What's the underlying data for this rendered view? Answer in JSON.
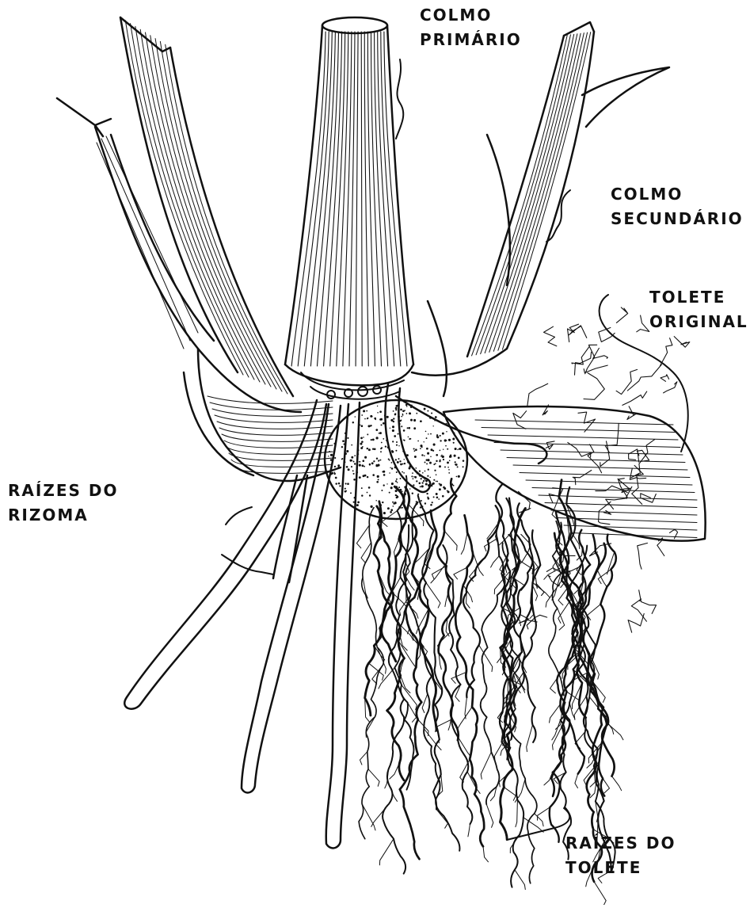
{
  "labels": {
    "colmo_primario": [
      "COLMO",
      "PRIMÁRIO"
    ],
    "colmo_secundario": [
      "COLMO",
      "SECUNDÁRIO"
    ],
    "tolete_original": [
      "TOLETE",
      "ORIGINAL"
    ],
    "raizes_rizoma": [
      "RAÍZES DO",
      "RIZOMA"
    ],
    "raizes_tolete": [
      "RAÍZES DO",
      "TOLETE"
    ]
  },
  "colors": {
    "ink": "#111111",
    "paper": "#ffffff"
  }
}
